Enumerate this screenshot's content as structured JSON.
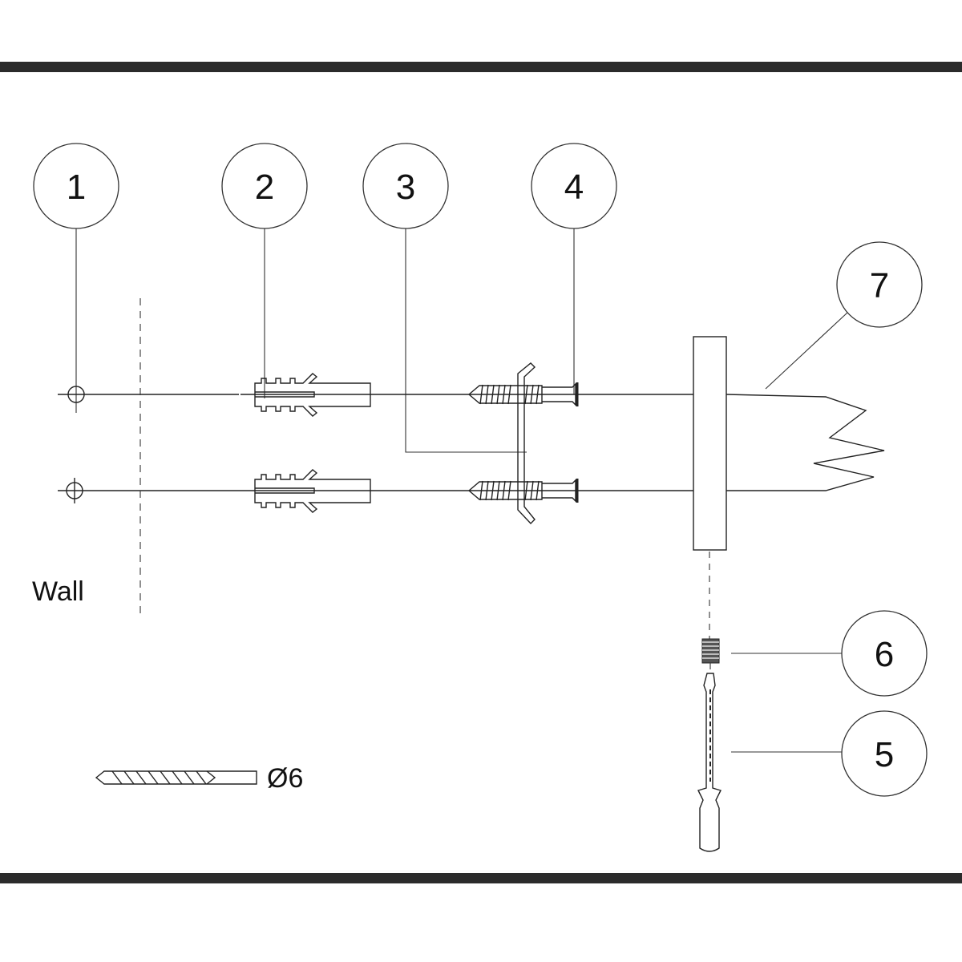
{
  "callouts": {
    "c1": "1",
    "c2": "2",
    "c3": "3",
    "c4": "4",
    "c5": "5",
    "c6": "6",
    "c7": "7"
  },
  "labels": {
    "wall": "Wall",
    "drill_size": "Ø6"
  },
  "colors": {
    "ink": "#222222",
    "bar": "#2b2b2b",
    "background": "#ffffff"
  }
}
